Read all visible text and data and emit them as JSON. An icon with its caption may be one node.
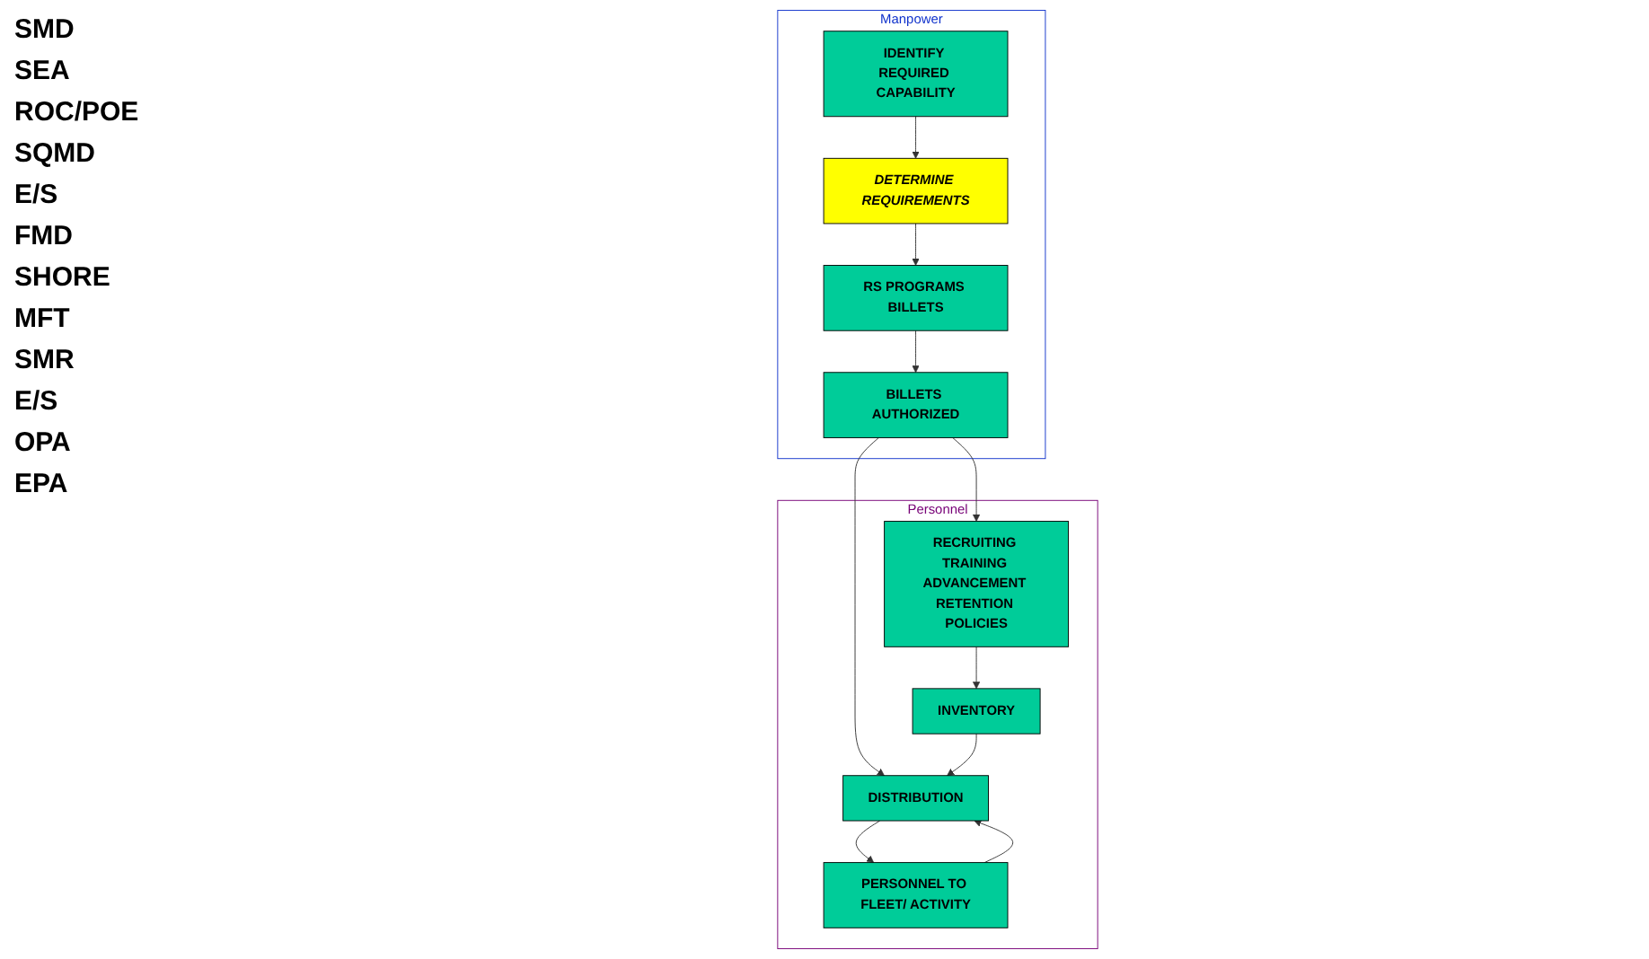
{
  "diagram": {
    "nodes": [
      {
        "text": [
          "Manpower"
        ]
      },
      {
        "text": [
          "IDENTIFY REQUIRED CAPABILITY"
        ],
        "in": 0
      },
      {
        "text": [
          "DETERMINE REQUIREMENTS"
        ],
        "in": 0
      },
      {
        "text": [
          "RS PROGRAMS BILLETS"
        ],
        "in": 0
      },
      {
        "text": [
          "BILLETS AUTHORIZED"
        ],
        "in": 0
      },
      {
        "text": [
          "Personnel"
        ]
      },
      {
        "text": [
          "DISTRIBUTION"
        ],
        "in": 5
      },
      {
        "text": [
          "INVENTORY"
        ],
        "in": 5
      },
      {
        "text": [
          "RECRUITING TRAINING ADVANCEMENT RETENTION POLICIES"
        ],
        "in": 5
      },
      {
        "text": [
          "PERSONNEL TO FLEET/ ACTIVITY"
        ],
        "in": 5
      }
    ],
    "edges": [
      {
        "from": 1,
        "to": 2,
        "arrow": "to"
      },
      {
        "from": 2,
        "to": 3,
        "arrow": "to"
      },
      {
        "from": 3,
        "to": 4,
        "arrow": "to"
      },
      {
        "from": 4,
        "to": 6,
        "arrow": "to"
      },
      {
        "from": 4,
        "to": 8,
        "arrow": "to"
      },
      {
        "from": 8,
        "to": 7,
        "arrow": "to"
      },
      {
        "from": 7,
        "to": 6,
        "arrow": "to"
      },
      {
        "from": 6,
        "to": 9,
        "arrow": "to"
      },
      {
        "from": 9,
        "to": 6,
        "arrow": "to"
      }
    ],
    "labels": [
      "SMD",
      "SEA",
      "ROC/POE",
      "SQMD",
      "E/S",
      "FMD",
      "SHORE",
      "MFT",
      "SMR",
      "E/S",
      "OPA",
      "EPA"
    ]
  }
}
